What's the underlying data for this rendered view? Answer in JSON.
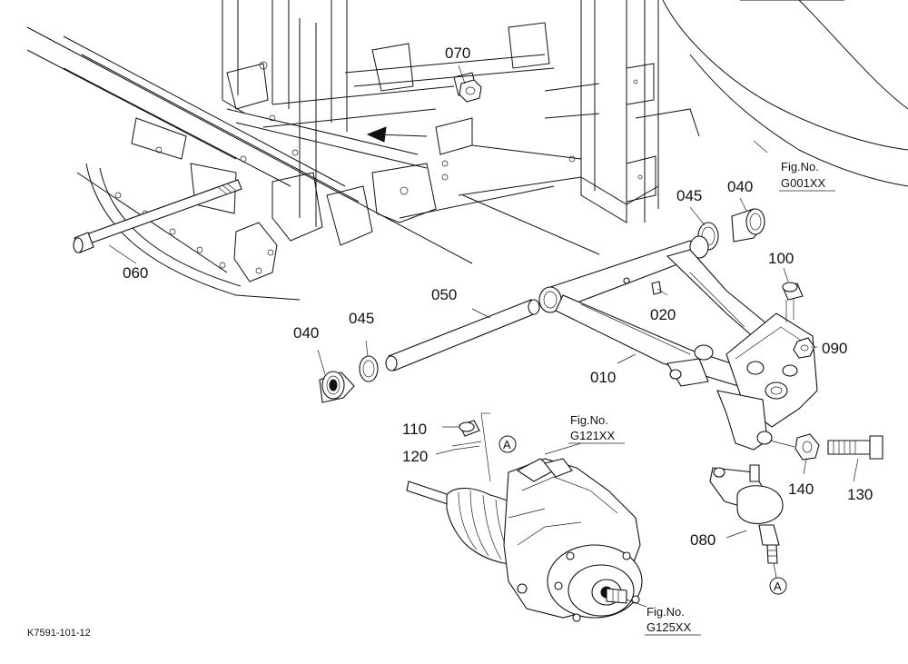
{
  "diagram": {
    "parts": [
      {
        "id": "p070",
        "number": "070"
      },
      {
        "id": "p040a",
        "number": "040"
      },
      {
        "id": "p045a",
        "number": "045"
      },
      {
        "id": "p060",
        "number": "060"
      },
      {
        "id": "p100",
        "number": "100"
      },
      {
        "id": "p050",
        "number": "050"
      },
      {
        "id": "p020",
        "number": "020"
      },
      {
        "id": "p040b",
        "number": "040"
      },
      {
        "id": "p045b",
        "number": "045"
      },
      {
        "id": "p090",
        "number": "090"
      },
      {
        "id": "p010",
        "number": "010"
      },
      {
        "id": "p110",
        "number": "110"
      },
      {
        "id": "p120",
        "number": "120"
      },
      {
        "id": "p140",
        "number": "140"
      },
      {
        "id": "p130",
        "number": "130"
      },
      {
        "id": "p080",
        "number": "080"
      }
    ],
    "figure_refs": [
      {
        "id": "g001",
        "line1": "Fig.No.",
        "line2": "G001XX"
      },
      {
        "id": "g121",
        "line1": "Fig.No.",
        "line2": "G121XX"
      },
      {
        "id": "g125",
        "line1": "Fig.No.",
        "line2": "G125XX"
      }
    ],
    "markers": [
      {
        "id": "a1",
        "letter": "A"
      },
      {
        "id": "a2",
        "letter": "A"
      }
    ],
    "drawing_code": "K7591-101-12"
  }
}
